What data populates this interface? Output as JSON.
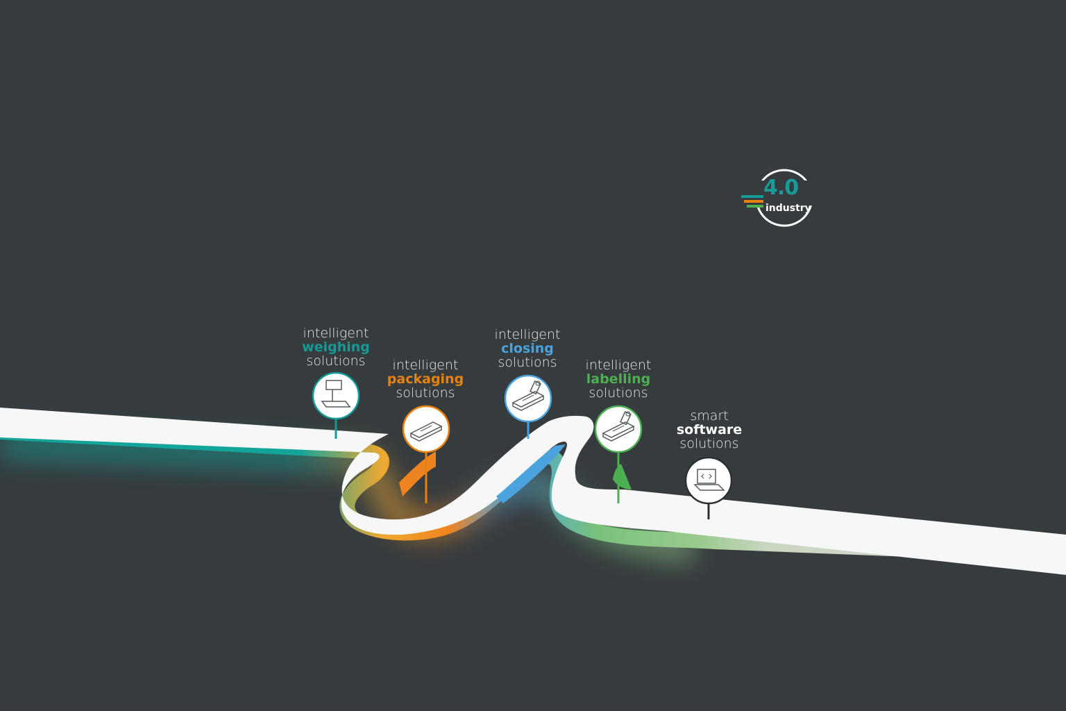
{
  "logo": {
    "number": "4.0",
    "word": "industry"
  },
  "stations": [
    {
      "line1": "intelligent",
      "keyword": "weighing",
      "line3": "solutions",
      "color": "#159b95",
      "icon": "scale-icon"
    },
    {
      "line1": "intelligent",
      "keyword": "packaging",
      "line3": "solutions",
      "color": "#e8820f",
      "icon": "conveyor-icon"
    },
    {
      "line1": "intelligent",
      "keyword": "closing",
      "line3": "solutions",
      "color": "#4aa3dc",
      "icon": "closing-machine-icon"
    },
    {
      "line1": "intelligent",
      "keyword": "labelling",
      "line3": "solutions",
      "color": "#4caf50",
      "icon": "labelling-machine-icon"
    },
    {
      "line1": "smart",
      "keyword": "software",
      "line3": "solutions",
      "color": "#ffffff",
      "icon": "laptop-icon"
    }
  ]
}
